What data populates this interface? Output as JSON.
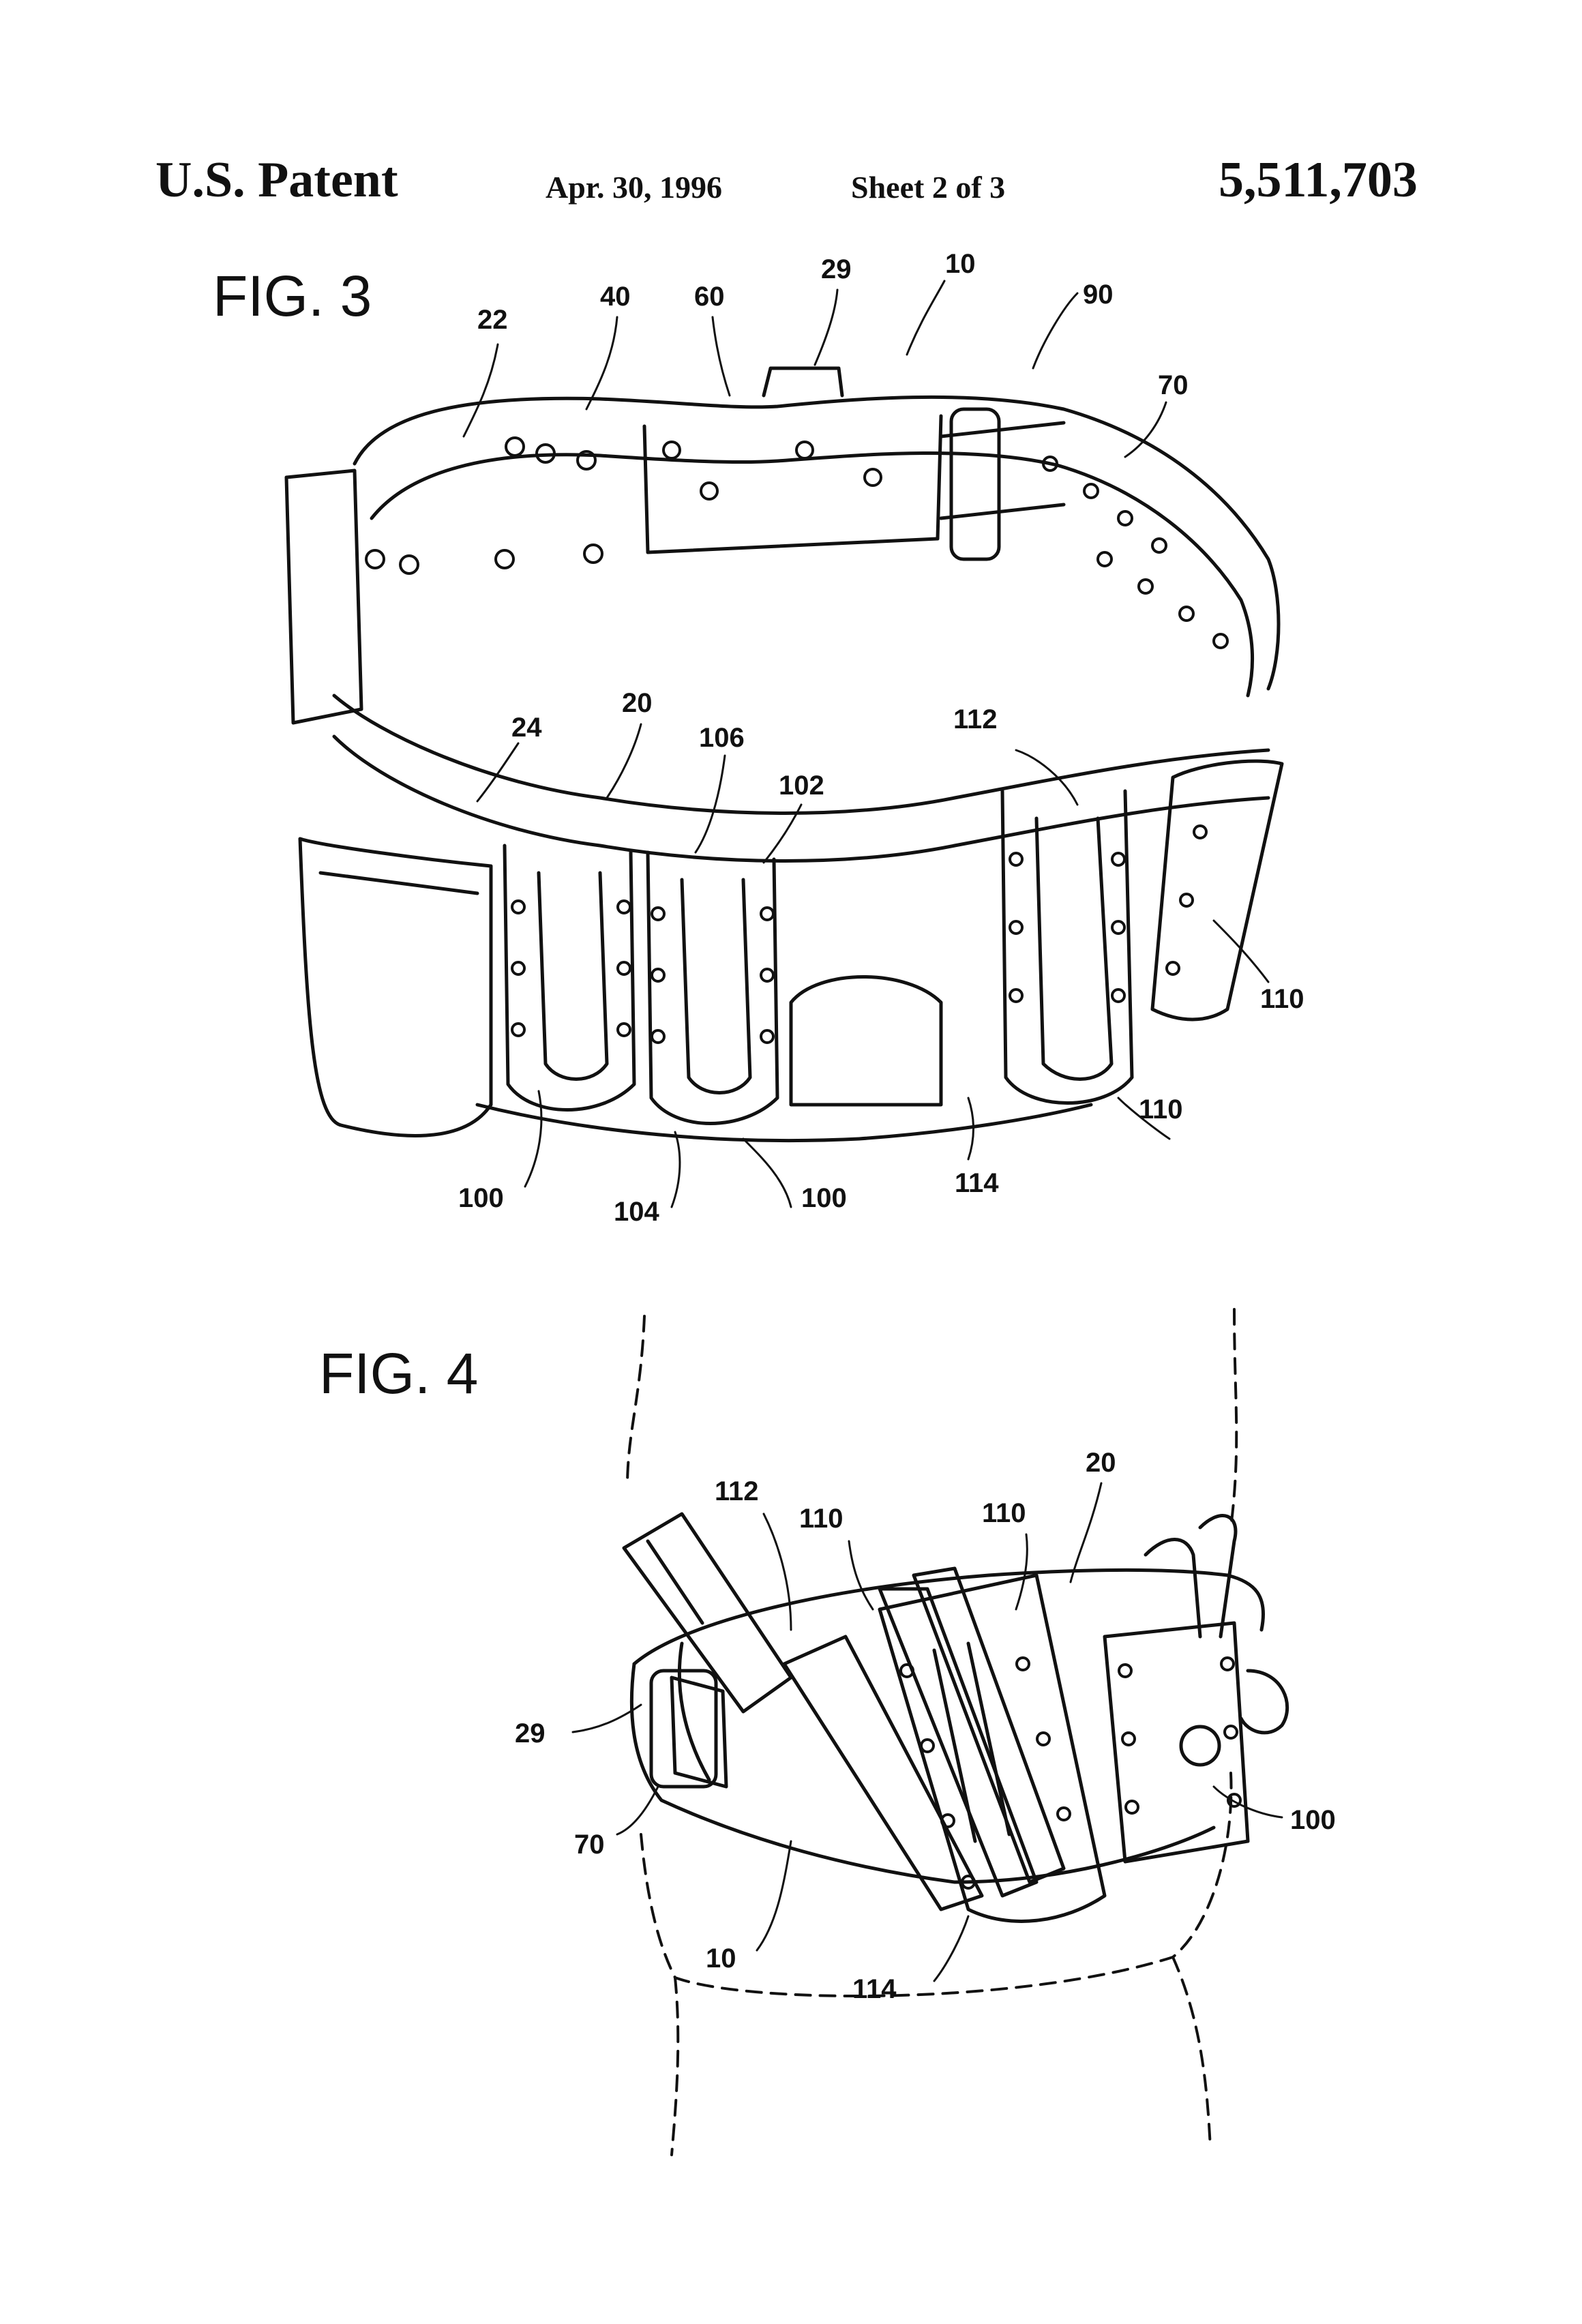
{
  "header": {
    "left": "U.S. Patent",
    "date": "Apr. 30, 1996",
    "sheet": "Sheet 2 of 3",
    "number": "5,511,703"
  },
  "figures": [
    {
      "label": "FIG. 3",
      "refs": [
        "22",
        "40",
        "60",
        "29",
        "10",
        "90",
        "70",
        "24",
        "20",
        "106",
        "102",
        "112",
        "110",
        "110",
        "100",
        "104",
        "100",
        "114"
      ]
    },
    {
      "label": "FIG. 4",
      "refs": [
        "112",
        "110",
        "110",
        "20",
        "29",
        "70",
        "10",
        "114",
        "100"
      ]
    }
  ]
}
